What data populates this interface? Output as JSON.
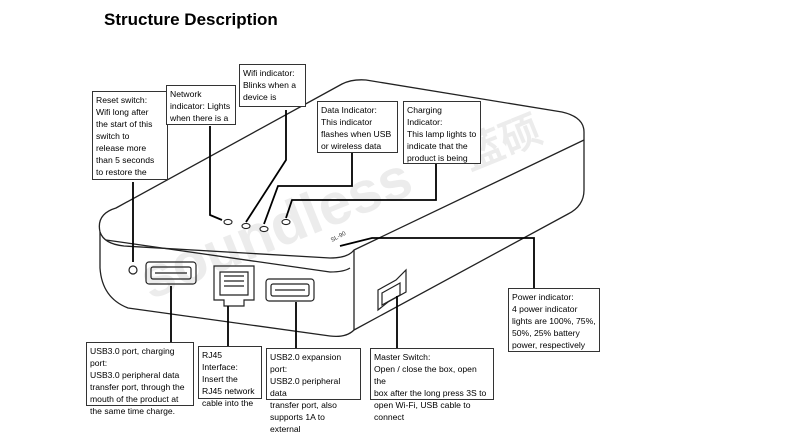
{
  "title": "Structure Description",
  "callouts": {
    "reset": "Reset switch:\nWifi long after\nthe start of this\nswitch to\nrelease more\nthan 5 seconds\nto restore the",
    "network": "Network\nindicator: Lights\nwhen there is a",
    "wifi": "Wifi indicator:\nBlinks when a\ndevice is",
    "data": "Data Indicator:\nThis indicator\nflashes when USB\nor wireless data",
    "charging": "Charging Indicator:\nThis lamp lights to\nindicate that the\nproduct is being",
    "power": "Power indicator:\n4 power indicator\nlights are 100%, 75%,\n50%, 25% battery\npower, respectively",
    "usb3": "USB3.0 port, charging port:\nUSB3.0 peripheral data\ntransfer port, through the\nmouth of the product at\nthe same time charge.",
    "rj45": "RJ45 Interface:\nInsert the\nRJ45 network\ncable into the",
    "usb2": "USB2.0 expansion port:\nUSB2.0 peripheral data\ntransfer port, also\nsupports 1A to external",
    "master": "Master Switch:\nOpen / close the box, open the\nbox after the long press 3S to\nopen Wi-Fi, USB cable to connect"
  },
  "device_label": "SL-90",
  "watermark": "soundless 蓝硕",
  "colors": {
    "line": "#000000",
    "outline": "#222222",
    "watermark": "#e6e6e6"
  }
}
